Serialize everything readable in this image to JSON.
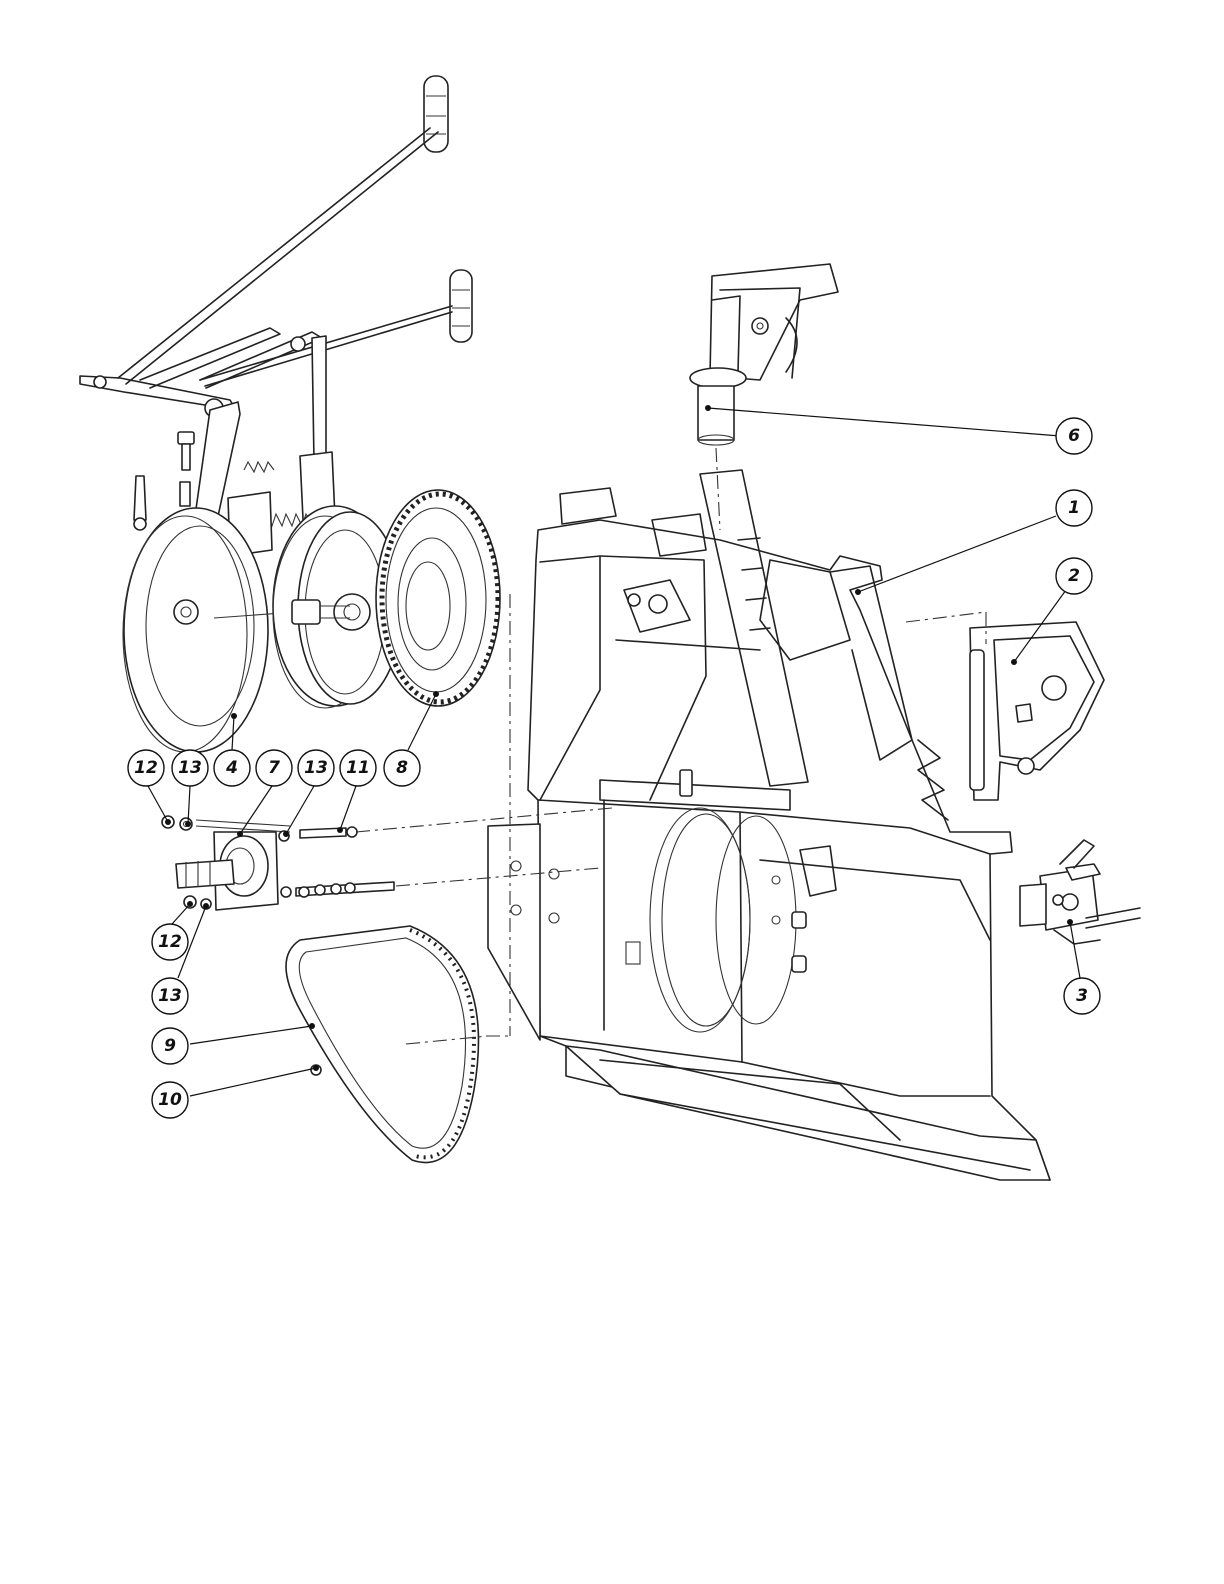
{
  "callouts": [
    {
      "id": "c1",
      "label": "1"
    },
    {
      "id": "c2",
      "label": "2"
    },
    {
      "id": "c3",
      "label": "3"
    },
    {
      "id": "c4",
      "label": "4"
    },
    {
      "id": "c6",
      "label": "6"
    },
    {
      "id": "c7",
      "label": "7"
    },
    {
      "id": "c8",
      "label": "8"
    },
    {
      "id": "c9",
      "label": "9"
    },
    {
      "id": "c10",
      "label": "10"
    },
    {
      "id": "c11",
      "label": "11"
    },
    {
      "id": "c12a",
      "label": "12"
    },
    {
      "id": "c12b",
      "label": "12"
    },
    {
      "id": "c13a",
      "label": "13"
    },
    {
      "id": "c13b",
      "label": "13"
    },
    {
      "id": "c13c",
      "label": "13"
    }
  ]
}
